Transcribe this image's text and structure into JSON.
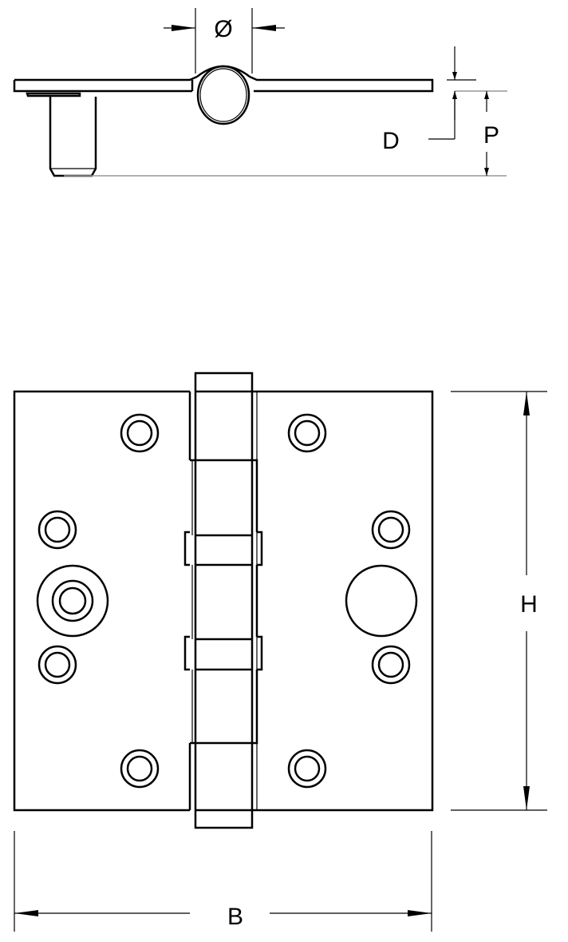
{
  "labels": {
    "diameter": "Ø",
    "thickness": "D",
    "projection": "P",
    "height": "H",
    "width": "B"
  },
  "colors": {
    "line": "#000000",
    "reference_line": "#999999"
  }
}
